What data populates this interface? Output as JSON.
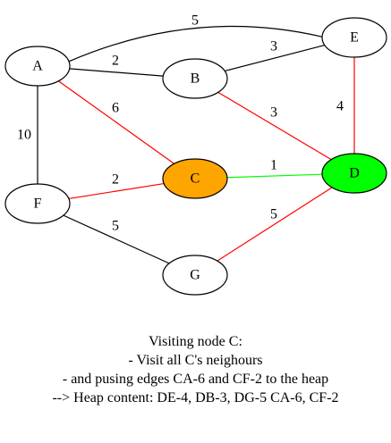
{
  "graph": {
    "nodes": [
      {
        "id": "A",
        "label": "A",
        "fill": "#ffffff"
      },
      {
        "id": "B",
        "label": "B",
        "fill": "#ffffff"
      },
      {
        "id": "E",
        "label": "E",
        "fill": "#ffffff"
      },
      {
        "id": "C",
        "label": "C",
        "fill": "#ffa500"
      },
      {
        "id": "D",
        "label": "D",
        "fill": "#00ff00"
      },
      {
        "id": "F",
        "label": "F",
        "fill": "#ffffff"
      },
      {
        "id": "G",
        "label": "G",
        "fill": "#ffffff"
      }
    ],
    "edges": [
      {
        "from": "A",
        "to": "E",
        "weight": "5",
        "color": "#000000"
      },
      {
        "from": "A",
        "to": "B",
        "weight": "2",
        "color": "#000000"
      },
      {
        "from": "B",
        "to": "E",
        "weight": "3",
        "color": "#000000"
      },
      {
        "from": "A",
        "to": "C",
        "weight": "6",
        "color": "#ff0000"
      },
      {
        "from": "B",
        "to": "D",
        "weight": "3",
        "color": "#ff0000"
      },
      {
        "from": "E",
        "to": "D",
        "weight": "4",
        "color": "#ff0000"
      },
      {
        "from": "A",
        "to": "F",
        "weight": "10",
        "color": "#000000"
      },
      {
        "from": "C",
        "to": "D",
        "weight": "1",
        "color": "#00ff00"
      },
      {
        "from": "F",
        "to": "C",
        "weight": "2",
        "color": "#ff0000"
      },
      {
        "from": "F",
        "to": "G",
        "weight": "5",
        "color": "#000000"
      },
      {
        "from": "G",
        "to": "D",
        "weight": "5",
        "color": "#ff0000"
      }
    ]
  },
  "caption": {
    "line1": "Visiting node C:",
    "line2": "- Visit all C's neighours",
    "line3": "- and pusing edges CA-6 and CF-2 to the heap",
    "line4": "--> Heap content: DE-4, DB-3, DG-5 CA-6, CF-2"
  }
}
